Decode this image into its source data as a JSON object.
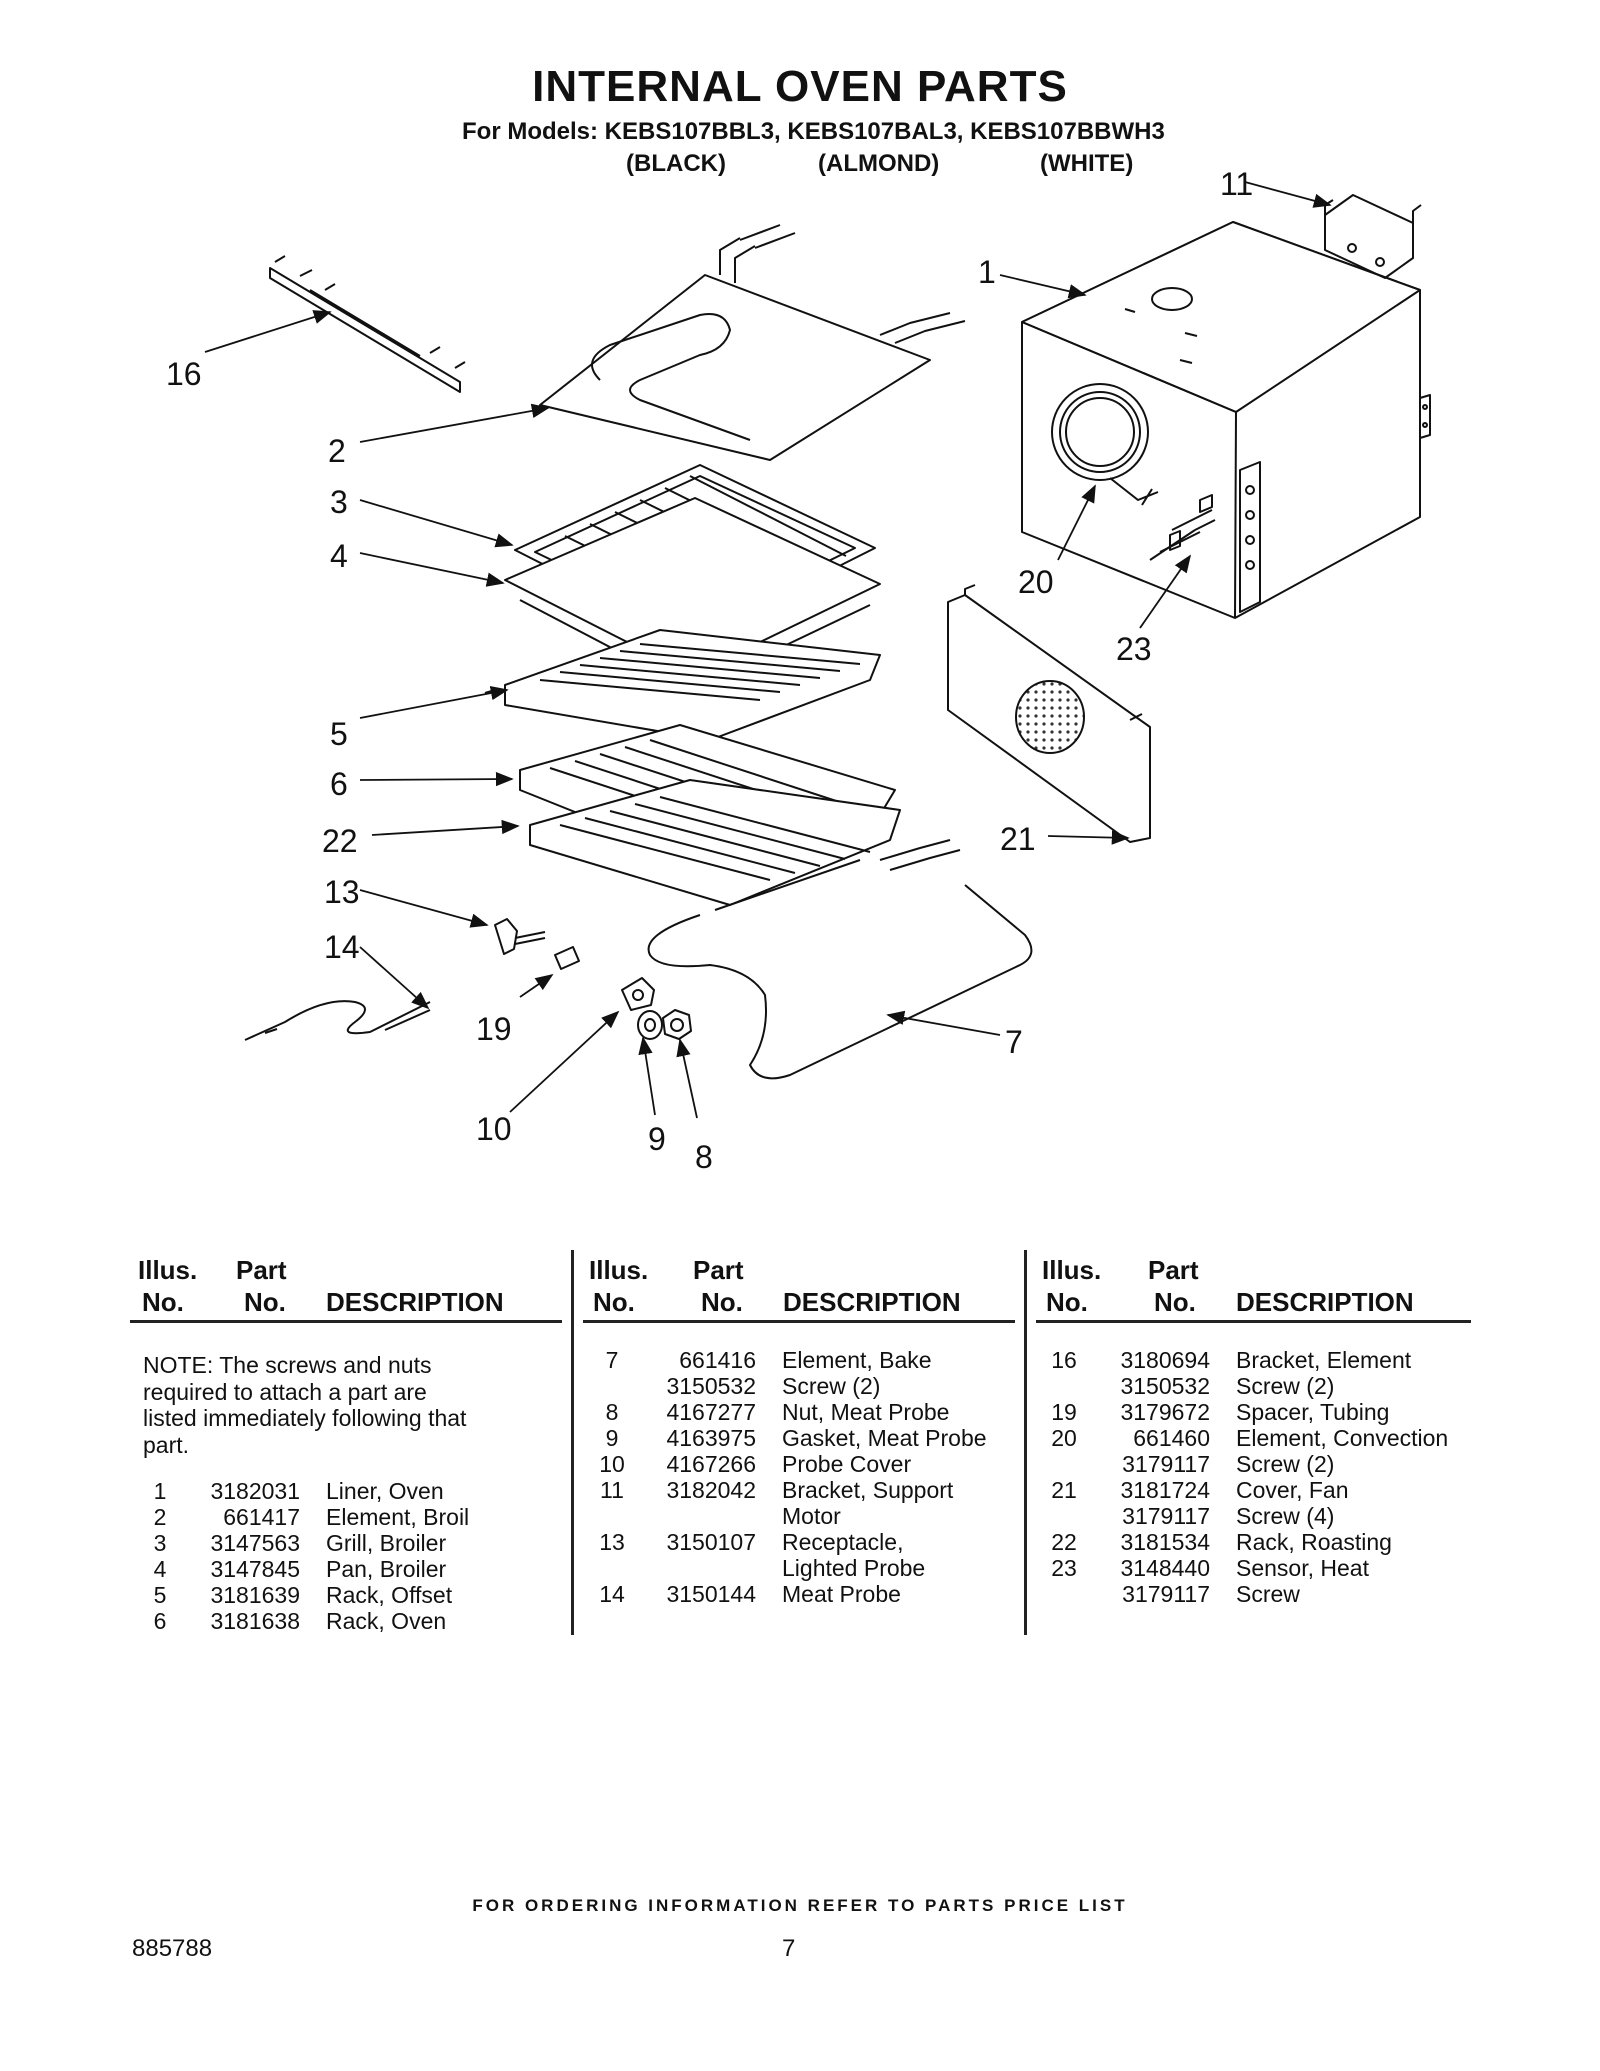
{
  "header": {
    "title": "INTERNAL OVEN PARTS",
    "models": "For Models: KEBS107BBL3, KEBS107BAL3, KEBS107BBWH3",
    "color_black": "(BLACK)",
    "color_almond": "(ALMOND)",
    "color_white": "(WHITE)"
  },
  "diagram": {
    "callouts": [
      "1",
      "2",
      "3",
      "4",
      "5",
      "6",
      "7",
      "8",
      "9",
      "10",
      "11",
      "13",
      "14",
      "16",
      "19",
      "20",
      "21",
      "22",
      "23"
    ]
  },
  "table": {
    "headers": {
      "illus": "Illus.",
      "no": "No.",
      "part": "Part",
      "description": "DESCRIPTION"
    },
    "note": "NOTE: The screws and nuts required to attach a part are listed immediately following that part.",
    "col1": [
      {
        "illus": "1",
        "part": "3182031",
        "desc": "Liner, Oven"
      },
      {
        "illus": "2",
        "part": "661417",
        "desc": "Element, Broil"
      },
      {
        "illus": "3",
        "part": "3147563",
        "desc": "Grill, Broiler"
      },
      {
        "illus": "4",
        "part": "3147845",
        "desc": "Pan, Broiler"
      },
      {
        "illus": "5",
        "part": "3181639",
        "desc": "Rack, Offset"
      },
      {
        "illus": "6",
        "part": "3181638",
        "desc": "Rack, Oven"
      }
    ],
    "col2": [
      {
        "illus": "7",
        "part": "661416",
        "desc": "Element, Bake"
      },
      {
        "illus": "",
        "part": "3150532",
        "desc": "Screw (2)"
      },
      {
        "illus": "8",
        "part": "4167277",
        "desc": "Nut, Meat Probe"
      },
      {
        "illus": "9",
        "part": "4163975",
        "desc": "Gasket, Meat Probe"
      },
      {
        "illus": "10",
        "part": "4167266",
        "desc": "Probe Cover"
      },
      {
        "illus": "11",
        "part": "3182042",
        "desc": "Bracket, Support"
      },
      {
        "illus": "",
        "part": "",
        "desc": "Motor"
      },
      {
        "illus": "13",
        "part": "3150107",
        "desc": "Receptacle,"
      },
      {
        "illus": "",
        "part": "",
        "desc": "Lighted Probe"
      },
      {
        "illus": "14",
        "part": "3150144",
        "desc": "Meat Probe"
      }
    ],
    "col3": [
      {
        "illus": "16",
        "part": "3180694",
        "desc": "Bracket, Element"
      },
      {
        "illus": "",
        "part": "3150532",
        "desc": "Screw (2)"
      },
      {
        "illus": "19",
        "part": "3179672",
        "desc": "Spacer, Tubing"
      },
      {
        "illus": "20",
        "part": "661460",
        "desc": "Element, Convection"
      },
      {
        "illus": "",
        "part": "3179117",
        "desc": "Screw (2)"
      },
      {
        "illus": "21",
        "part": "3181724",
        "desc": "Cover, Fan"
      },
      {
        "illus": "",
        "part": "3179117",
        "desc": "Screw (4)"
      },
      {
        "illus": "22",
        "part": "3181534",
        "desc": "Rack, Roasting"
      },
      {
        "illus": "23",
        "part": "3148440",
        "desc": "Sensor, Heat"
      },
      {
        "illus": "",
        "part": "3179117",
        "desc": "Screw"
      }
    ]
  },
  "footer": {
    "ordering": "FOR ORDERING INFORMATION REFER TO PARTS PRICE LIST",
    "doc_number": "885788",
    "page_number": "7"
  }
}
